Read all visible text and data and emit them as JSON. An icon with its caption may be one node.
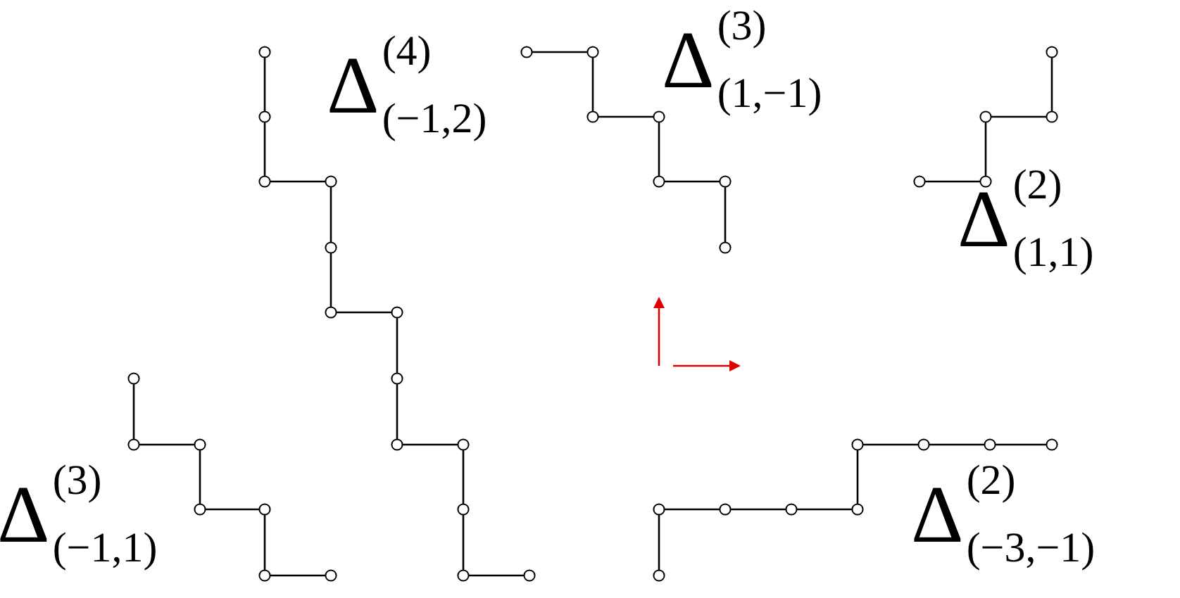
{
  "diagram": {
    "labels": [
      "Δ$^{(3)}$$_{(1,−1)}$",
      "Δ$^{(4)}$$_{(−1,2)}$",
      "Δ$^{(2)}$$_{(1,1)}$",
      "Δ$^{(3)}$$_{(−1,1)}$",
      "Δ$^{(2)}$$_{(−3,−1)}$"
    ]
  }
}
